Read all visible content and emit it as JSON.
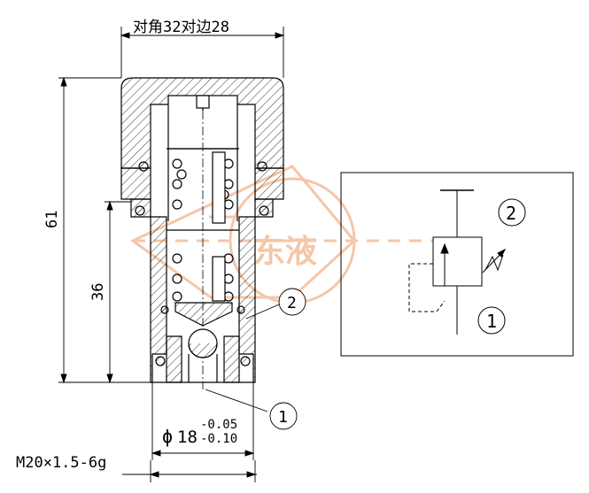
{
  "dimensions": {
    "top": "对角32对边28",
    "height_total": "61",
    "height_inner": "36",
    "diameter_symbol": "ϕ",
    "diameter_value": "18",
    "tol_upper": "-0.05",
    "tol_lower": "-0.10",
    "thread": "M20×1.5-6g"
  },
  "callouts": {
    "port1_drawing": "1",
    "port2_drawing": "2",
    "port1_symbol": "1",
    "port2_symbol": "2"
  },
  "watermark": {
    "text": "东液",
    "color": "#f2b48c"
  },
  "colors": {
    "line": "#000000",
    "hatch": "#000000"
  }
}
